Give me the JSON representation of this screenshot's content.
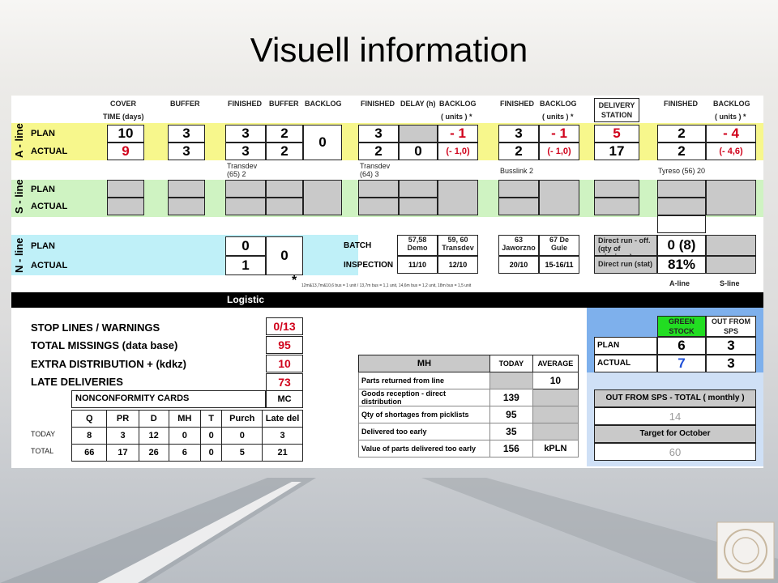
{
  "slide": {
    "title": "Visuell information"
  },
  "production": {
    "headers": {
      "cover": "COVER",
      "time_days": "TIME (days)",
      "buffer": "BUFFER",
      "finished1": "FINISHED",
      "buffer2": "BUFFER",
      "backlog1": "BACKLOG",
      "finished2": "FINISHED",
      "delay_h": "DELAY (h)",
      "backlog2": "BACKLOG",
      "units2": "( units ) *",
      "finished3": "FINISHED",
      "backlog3": "BACKLOG",
      "units3": "( units ) *",
      "delivery_station_1": "DELIVERY",
      "delivery_station_2": "STATION",
      "finished4": "FINISHED",
      "backlog4": "BACKLOG",
      "units4": "( units ) *"
    },
    "lines": {
      "a": "A - line",
      "s": "S - line",
      "n": "N - line"
    },
    "row_labels": {
      "plan": "PLAN",
      "actual": "ACTUAL"
    },
    "a_line": {
      "plan": {
        "cover": "10",
        "buffer": "3",
        "finished1": "3",
        "buffer2": "2",
        "finished2": "3",
        "backlog2": "- 1",
        "finished3": "3",
        "backlog3": "- 1",
        "delivery": "5",
        "finished4": "2",
        "backlog4": "- 4"
      },
      "actual": {
        "cover": "9",
        "buffer": "3",
        "finished1": "3",
        "buffer2": "2",
        "finished2": "2",
        "delay": "0",
        "backlog2": "(- 1,0)",
        "finished3": "2",
        "backlog3": "(- 1,0)",
        "delivery": "17",
        "finished4": "2",
        "backlog4": "(- 4,6)"
      },
      "backlog1": "0"
    },
    "notes": {
      "transdev_652": "Transdev (65) 2",
      "transdev_643": "Transdev (64) 3",
      "busslink": "Busslink 2",
      "tyreso": "Tyreso (56) 20"
    },
    "n_line": {
      "plan_finished": "0",
      "actual_finished": "1",
      "buffer": "0",
      "batch_label": "BATCH",
      "inspection_label": "INSPECTION",
      "batch": [
        {
          "top": "57,58",
          "bottom": "Demo"
        },
        {
          "top": "59, 60",
          "bottom": "Transdev"
        },
        {
          "top": "63",
          "bottom": "Jaworzno"
        },
        {
          "top": "67 De",
          "bottom": "Gule"
        }
      ],
      "inspection": [
        "11/10",
        "12/10",
        "20/10",
        "15-16/11"
      ],
      "direct_run_off": "Direct run - off. (qty of missings)",
      "direct_run_stat": "Direct run (stat)",
      "off_value": "0 (8)",
      "stat_value": "81%",
      "col_a": "A-line",
      "col_s": "S-line",
      "footnote_star": "*",
      "footnote": "12m&13,7m&10,6 bus = 1 unit / 13,7m bus = 1,1 unit, 14,6m bus = 1,2 unit, 18m bus = 1,5 unit"
    }
  },
  "logistic": {
    "title": "Logistic",
    "warnings": [
      {
        "label": "STOP LINES / WARNINGS",
        "value": "0/13"
      },
      {
        "label": "TOTAL MISSINGS (data base)",
        "value": "95"
      },
      {
        "label": "EXTRA DISTRIBUTION + (kdkz)",
        "value": "10"
      },
      {
        "label": "LATE DELIVERIES",
        "value": "73"
      }
    ],
    "nonconformity": {
      "title": "NONCONFORMITY CARDS",
      "mc": "MC",
      "columns": [
        "Q",
        "PR",
        "D",
        "MH",
        "T",
        "Purch",
        "Late del"
      ],
      "rows": [
        {
          "label": "TODAY",
          "values": [
            "8",
            "3",
            "12",
            "0",
            "0",
            "0",
            "3"
          ]
        },
        {
          "label": "TOTAL",
          "values": [
            "66",
            "17",
            "26",
            "6",
            "0",
            "5",
            "21"
          ]
        }
      ]
    },
    "mh": {
      "header": "MH",
      "today": "TODAY",
      "average": "AVERAGE",
      "rows": [
        {
          "label": "Parts returned from line",
          "today": "",
          "average": "10"
        },
        {
          "label": "Goods reception - direct distribution",
          "today": "139",
          "average": ""
        },
        {
          "label": "Qty of shortages from picklists",
          "today": "95",
          "average": ""
        },
        {
          "label": "Delivered too early",
          "today": "35",
          "average": ""
        },
        {
          "label": "Value of parts delivered too early",
          "today": "156",
          "average": "kPLN"
        }
      ]
    },
    "sps": {
      "green_stock": "GREEN STOCK",
      "out_from_sps": "OUT FROM SPS",
      "plan_label": "PLAN",
      "actual_label": "ACTUAL",
      "plan_green": "6",
      "plan_out": "3",
      "actual_green": "7",
      "actual_out": "3",
      "total_title": "OUT FROM SPS - TOTAL ( monthly )",
      "total_value": "14",
      "target_title": "Target for October",
      "target_value": "60"
    }
  },
  "colors": {
    "a_line_bg": "#f7f78c",
    "s_line_bg": "#cff3c2",
    "n_line_bg": "#bff0f8",
    "sps_panel": "#7eb0ec",
    "green_stock": "#22dd22",
    "red": "#d0021b"
  }
}
